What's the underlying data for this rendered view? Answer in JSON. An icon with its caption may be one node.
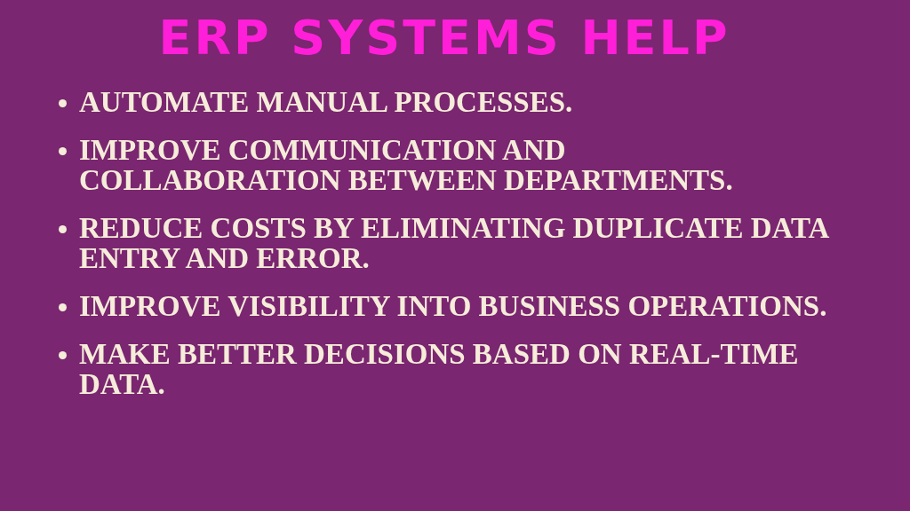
{
  "diagram": {
    "title": "ERP SYSTEMS HELP",
    "labels": [
      "AUTOMATE MANUAL PROCESSES.",
      "IMPROVE COMMUNICATION AND COLLABORATION BETWEEN DEPARTMENTS.",
      "REDUCE COSTS BY ELIMINATING DUPLICATE DATA ENTRY AND ERROR.",
      "IMPROVE VISIBILITY INTO BUSINESS OPERATIONS.",
      "MAKE BETTER DECISIONS BASED ON REAL-TIME DATA."
    ]
  }
}
